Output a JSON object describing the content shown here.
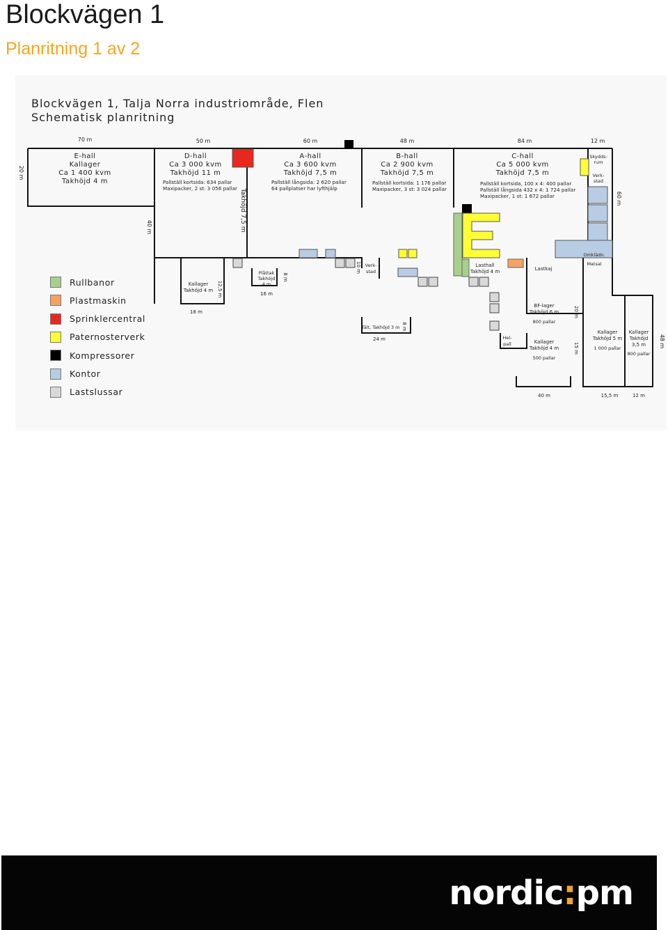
{
  "header": {
    "title": "Blockvägen 1",
    "subtitle": "Planritning 1 av 2"
  },
  "plan": {
    "heading_line1": "Blockvägen 1, Talja Norra industriområde, Flen",
    "heading_line2": "Schematisk planritning",
    "colors": {
      "rullbanor": "#a8d08d",
      "plastmaskin": "#f4a460",
      "sprinkler": "#e8281e",
      "paternoster": "#ffff33",
      "kompressorer": "#000000",
      "kontor": "#b8cce4",
      "lastslussar": "#d9d9d9"
    },
    "top_dims": [
      "70 m",
      "50 m",
      "60 m",
      "48 m",
      "84 m",
      "12 m"
    ],
    "side_dims": {
      "left": "20 m",
      "d_depth": "40 m",
      "right": "60 m",
      "far_right": "48 m"
    },
    "halls": {
      "e": [
        "E-hall",
        "Kallager",
        "Ca 1 400 kvm",
        "Takhöjd 4 m"
      ],
      "d": [
        "D-hall",
        "Ca 3 000 kvm",
        "Takhöjd 11 m"
      ],
      "d_notes": [
        "Pallställ kortsida: 634 pallar",
        "Maxipacker, 2 st: 3 056 pallar"
      ],
      "a": [
        "A-hall",
        "Ca 3 600 kvm",
        "Takhöjd 7,5 m"
      ],
      "a_notes": [
        "Pallställ långsida: 2 620 pallar",
        "64 pallplatser har lyfthjälp"
      ],
      "b": [
        "B-hall",
        "Ca 2 900 kvm",
        "Takhöjd 7,5 m"
      ],
      "b_notes": [
        "Pallställ kortsida: 1 176 pallar",
        "Maxipacker, 3 st: 3 024 pallar"
      ],
      "c": [
        "C-hall",
        "Ca 5 000 kvm",
        "Takhöjd 7,5 m"
      ],
      "c_notes": [
        "Pallställ kortsida, 100 x 4: 400 pallar",
        "Pallställ långsida 432 x 4: 1 724 pallar",
        "Maxipacker, 1 st: 1 672 pallar"
      ]
    },
    "takhojd_75": "Takhöjd 7,5 m",
    "skyddsrum": [
      "Skydds-",
      "rum"
    ],
    "verkstad": [
      "Verk-",
      "stad"
    ],
    "kallager_small": [
      "Kallager",
      "Takhöjd 4 m"
    ],
    "kallager_small_dims": [
      "12,5 m",
      "18 m"
    ],
    "plattak": [
      "Plåttak",
      "Takhöjd",
      "4 m"
    ],
    "plattak_dims": [
      "8 m",
      "16 m"
    ],
    "verkstad_b": [
      "Verk-",
      "stad"
    ],
    "verkstad_b_dim": "10 m",
    "talt": "Tält, Takhöjd 3 m",
    "talt_dims": [
      "8 m",
      "24 m"
    ],
    "lasthall": [
      "Lasthall",
      "Takhöjd 4 m"
    ],
    "lastkaj": "Lastkaj",
    "omkladn": "Omklädn.",
    "matsal": "Matsal",
    "bf_lager": [
      "BF-lager",
      "Takhöjd 6 m"
    ],
    "bf_pallar": "800 pallar",
    "bf_dim": "20 m",
    "helpall": [
      "Hel-",
      "pall"
    ],
    "kallager_c": [
      "Kallager",
      "Takhöjd 4 m"
    ],
    "kallager_c_pallar": "500 pallar",
    "kallager_c_dim": "15 m",
    "kallager_r1": [
      "Kallager",
      "Takhöjd 5 m"
    ],
    "kallager_r1_pallar": "1 000 pallar",
    "kallager_r2": [
      "Kallager",
      "Takhöjd",
      "3,5 m"
    ],
    "kallager_r2_pallar": "800 pallar",
    "bottom_dims": [
      "40 m",
      "15,5 m",
      "12 m"
    ]
  },
  "legend": [
    {
      "label": "Rullbanor",
      "color": "#a8d08d"
    },
    {
      "label": "Plastmaskin",
      "color": "#f4a460"
    },
    {
      "label": "Sprinklercentral",
      "color": "#e8281e"
    },
    {
      "label": "Paternosterverk",
      "color": "#ffff33"
    },
    {
      "label": "Kompressorer",
      "color": "#000000"
    },
    {
      "label": "Kontor",
      "color": "#b8cce4"
    },
    {
      "label": "Lastslussar",
      "color": "#d9d9d9"
    }
  ],
  "footer": {
    "logo_part1": "nordic",
    "logo_colon": ":",
    "logo_part2": "pm"
  }
}
